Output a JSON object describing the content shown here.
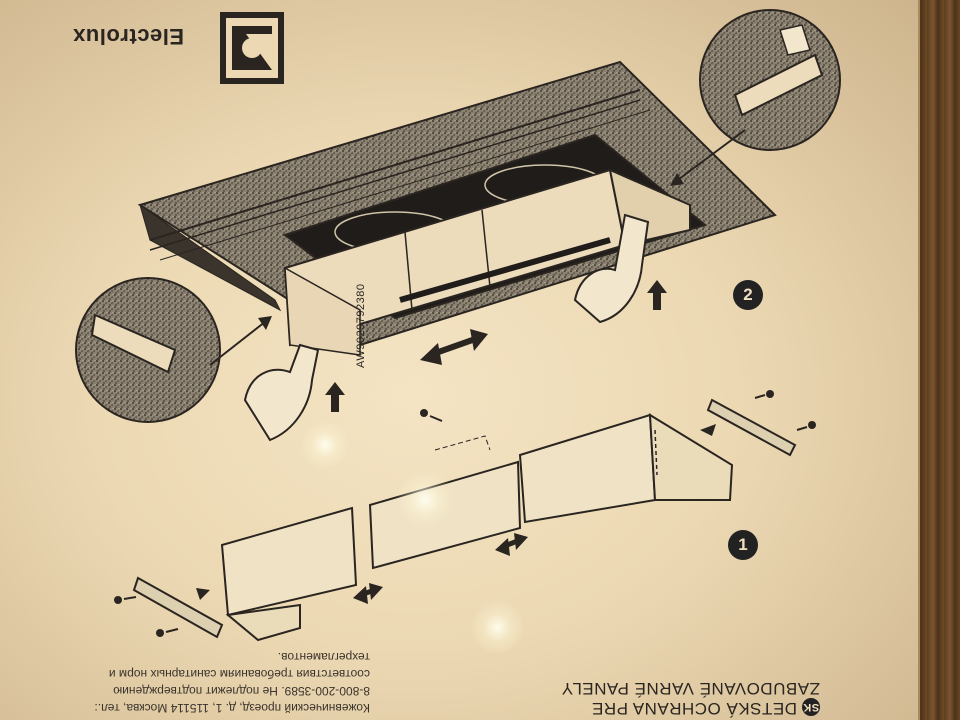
{
  "brand": {
    "name": "Electrolux",
    "logo_icon": "electrolux-logo-icon"
  },
  "title": {
    "language_code": "SK",
    "line1": "DETSKÁ OCHRANA PRE",
    "line2": "ZABUDOVANÉ VARNÉ PANELY"
  },
  "russian_text": {
    "line1": "Кожевнический проезд, д. 1, 115114 Москва, тел.:",
    "line2": "8-800-200-3589. Не подлежит подтверждению",
    "line3": "соответствия требованиям санитарных норм и",
    "line4": "техрегламентов."
  },
  "document_code": "AW9029792380",
  "steps": {
    "step1": "1",
    "step2": "2"
  },
  "icons": [
    "electrolux-logo-icon",
    "hand-icon",
    "arrow-up-icon",
    "double-arrow-icon",
    "screw-icon",
    "magnifier-detail-icon"
  ],
  "colors": {
    "paper": "#ecd9b3",
    "ink": "#2a2520",
    "wood": "#6b4a28"
  }
}
